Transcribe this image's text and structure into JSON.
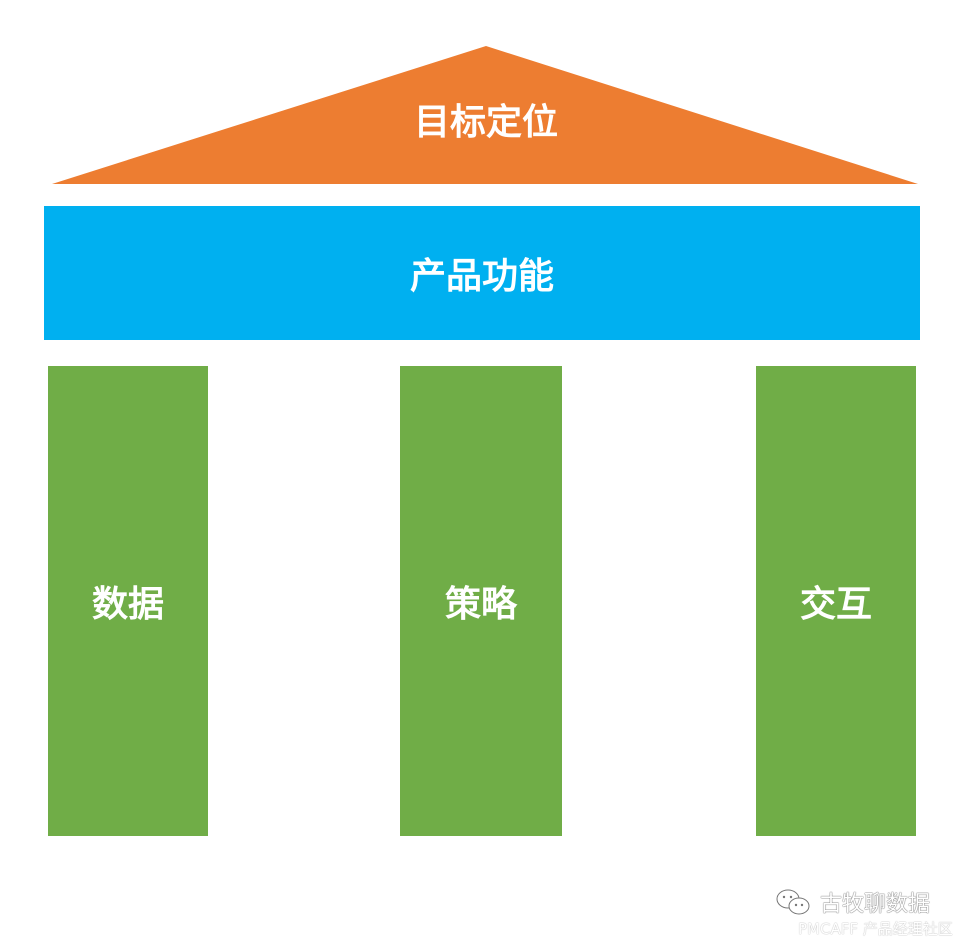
{
  "diagram": {
    "type": "temple-framework",
    "roof": {
      "label": "目标定位",
      "color": "#ed7d31"
    },
    "beam": {
      "label": "产品功能",
      "color": "#00b0f0"
    },
    "pillars": [
      {
        "label": "数据",
        "color": "#70ad47"
      },
      {
        "label": "策略",
        "color": "#70ad47"
      },
      {
        "label": "交互",
        "color": "#70ad47"
      }
    ]
  },
  "watermark": {
    "account_name": "古牧聊数据",
    "community": "PMCAFF 产品经理社区"
  }
}
